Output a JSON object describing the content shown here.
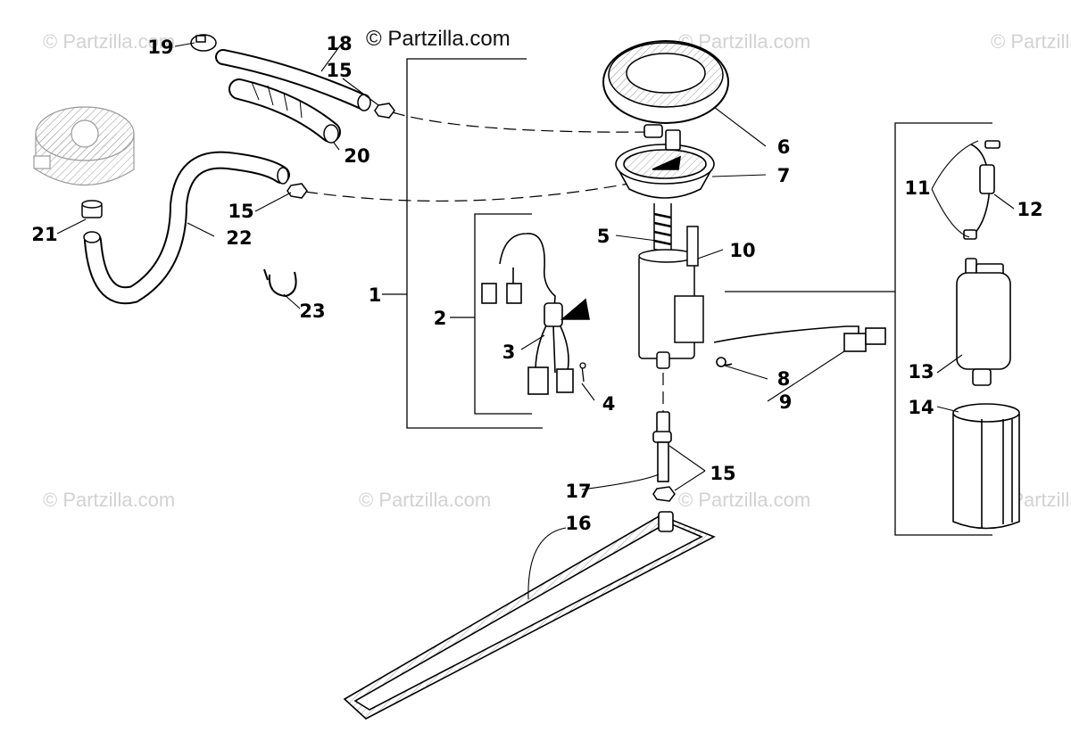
{
  "brand": {
    "text": "© Partzilla.com"
  },
  "watermark": {
    "text": "© Partzilla.com"
  },
  "part_labels": {
    "l1": "1",
    "l2": "2",
    "l3": "3",
    "l4": "4",
    "l5": "5",
    "l6": "6",
    "l7": "7",
    "l8": "8",
    "l9": "9",
    "l10": "10",
    "l11": "11",
    "l12": "12",
    "l13": "13",
    "l14": "14",
    "l15a": "15",
    "l15b": "15",
    "l15c": "15",
    "l16": "16",
    "l17": "17",
    "l18": "18",
    "l19": "19",
    "l20": "20",
    "l21": "21",
    "l22": "22",
    "l23": "23"
  }
}
